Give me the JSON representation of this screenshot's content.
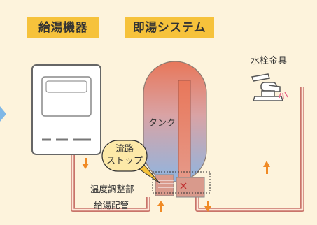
{
  "tags": {
    "heater": "給湯機器",
    "system": "即湯システム"
  },
  "labels": {
    "faucet": "水栓金具",
    "tank": "タンク",
    "flow_stop": [
      "流路",
      "ストップ"
    ],
    "temp_adjust": "温度調整部",
    "hot_pipe": "給湯配管"
  },
  "colors": {
    "background": "#fdf3dc",
    "tag": "#f6c23b",
    "pipe": "#c9746a",
    "arrow": "#f08a24",
    "tank_top": "#e8775a",
    "tank_bottom": "#8fb5e0"
  }
}
